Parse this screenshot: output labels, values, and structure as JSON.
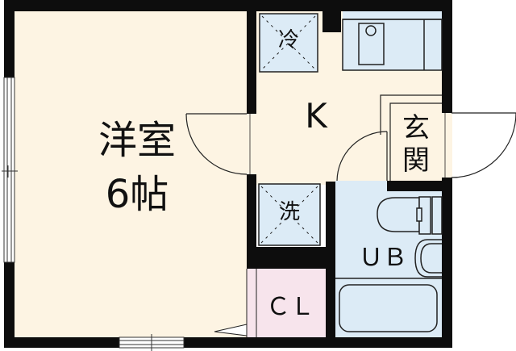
{
  "floor_plan": {
    "rooms": {
      "western_room": {
        "name": "洋室",
        "size": "6帖"
      },
      "kitchen": {
        "name": "K"
      },
      "refrigerator": {
        "name": "冷"
      },
      "washer": {
        "name": "洗"
      },
      "entrance": {
        "name_line1": "玄",
        "name_line2": "関"
      },
      "unit_bath": {
        "name": "ＵＢ"
      },
      "closet": {
        "name": "ＣＬ"
      }
    },
    "colors": {
      "wall": "#0d0d0d",
      "floor_cream": "#fdf4e3",
      "floor_blue": "#dcebf6",
      "floor_pink": "#f7e4ec"
    }
  }
}
